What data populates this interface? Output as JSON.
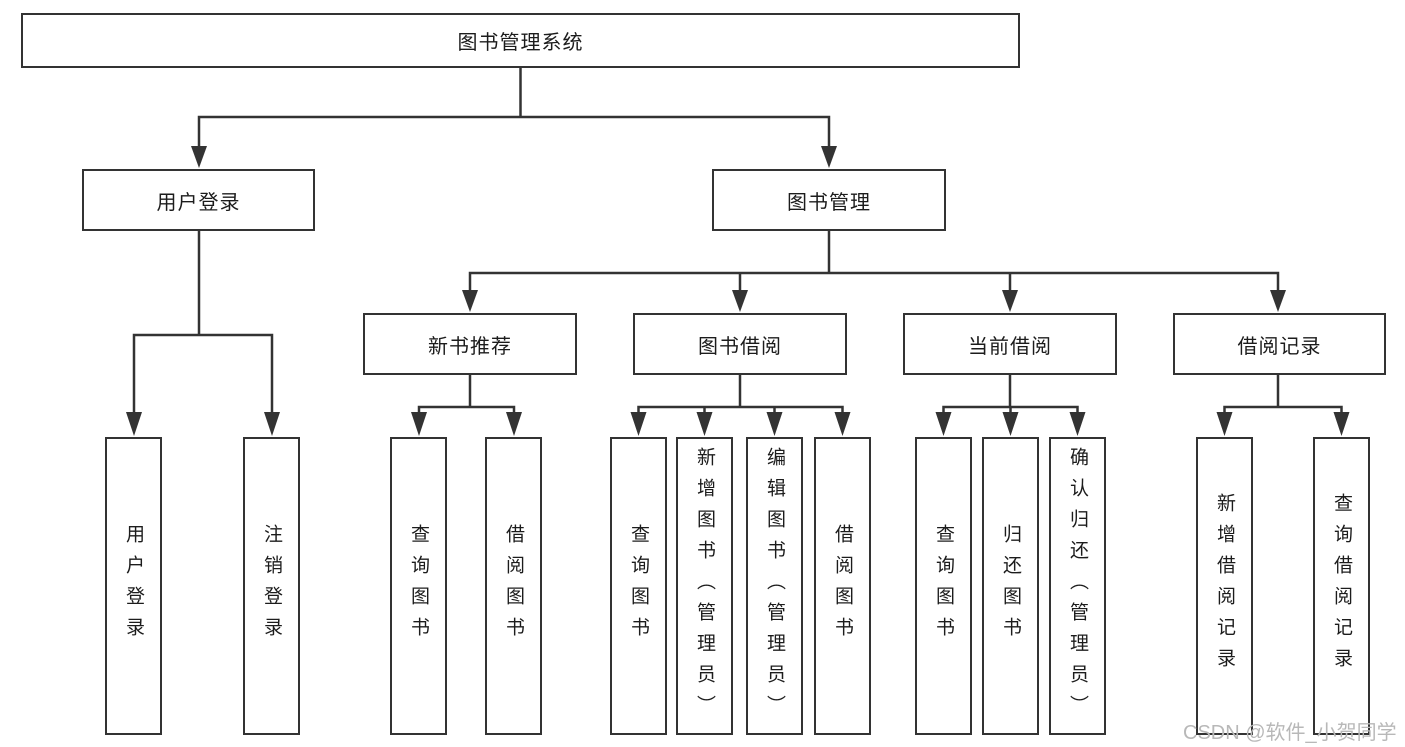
{
  "tree": {
    "label": "图书管理系统",
    "children": [
      {
        "label": "用户登录",
        "children": [
          {
            "label": "用户登录"
          },
          {
            "label": "注销登录"
          }
        ]
      },
      {
        "label": "图书管理",
        "children": [
          {
            "label": "新书推荐",
            "children": [
              {
                "label": "查询图书"
              },
              {
                "label": "借阅图书"
              }
            ]
          },
          {
            "label": "图书借阅",
            "children": [
              {
                "label": "查询图书"
              },
              {
                "label": "新增图书（管理员）"
              },
              {
                "label": "编辑图书（管理员）"
              },
              {
                "label": "借阅图书"
              }
            ]
          },
          {
            "label": "当前借阅",
            "children": [
              {
                "label": "查询图书"
              },
              {
                "label": "归还图书"
              },
              {
                "label": "确认归还（管理员）"
              }
            ]
          },
          {
            "label": "借阅记录",
            "children": [
              {
                "label": "新增借阅记录"
              },
              {
                "label": "查询借阅记录"
              }
            ]
          }
        ]
      }
    ]
  },
  "watermark": {
    "text": "CSDN @软件_小贺同学"
  },
  "colors": {
    "line": "#333333",
    "text": "#1c1c1c",
    "watermark": "#b8b8b8",
    "background": "#ffffff"
  }
}
